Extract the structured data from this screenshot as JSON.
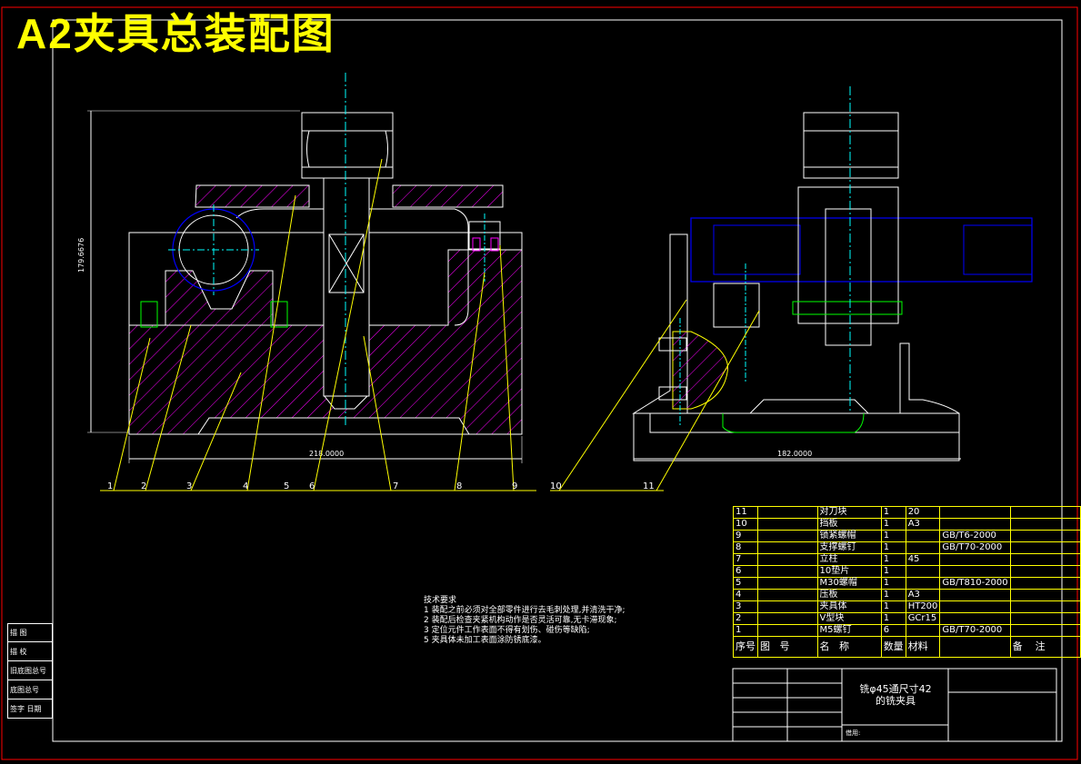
{
  "title": "A2夹具总装配图",
  "dimensions": {
    "height": "179.6676",
    "width_left": "218.0000",
    "width_right": "182.0000"
  },
  "balloons": [
    "1",
    "2",
    "3",
    "4",
    "5",
    "6",
    "7",
    "8",
    "9",
    "10",
    "11"
  ],
  "bom": {
    "header": [
      "序号",
      "图",
      "号",
      "名",
      "称",
      "数量",
      "材料",
      "备",
      "注"
    ],
    "rows": [
      {
        "no": "11",
        "name": "对刀块",
        "qty": "1",
        "mat": "20",
        "std": ""
      },
      {
        "no": "10",
        "name": "挡板",
        "qty": "1",
        "mat": "A3",
        "std": ""
      },
      {
        "no": "9",
        "name": "锁紧螺帽",
        "qty": "1",
        "mat": "",
        "std": "GB/T6-2000"
      },
      {
        "no": "8",
        "name": "支撑螺钉",
        "qty": "1",
        "mat": "",
        "std": "GB/T70-2000"
      },
      {
        "no": "7",
        "name": "立柱",
        "qty": "1",
        "mat": "45",
        "std": ""
      },
      {
        "no": "6",
        "name": "10垫片",
        "qty": "1",
        "mat": "",
        "std": ""
      },
      {
        "no": "5",
        "name": "M30螺帽",
        "qty": "1",
        "mat": "",
        "std": "GB/T810-2000"
      },
      {
        "no": "4",
        "name": "压板",
        "qty": "1",
        "mat": "A3",
        "std": ""
      },
      {
        "no": "3",
        "name": "夹具体",
        "qty": "1",
        "mat": "HT200",
        "std": ""
      },
      {
        "no": "2",
        "name": "V型块",
        "qty": "1",
        "mat": "GCr15",
        "std": ""
      },
      {
        "no": "1",
        "name": "M5螺钉",
        "qty": "6",
        "mat": "",
        "std": "GB/T70-2000"
      }
    ]
  },
  "title_block": {
    "name_line1": "铣φ45通尺寸42",
    "name_line2": "的铣夹具",
    "sign_label": "借用:"
  },
  "sidebar": [
    "描 图",
    "描 校",
    "旧底图总号",
    "底图总号",
    "签字 日期"
  ],
  "notes": [
    "技术要求",
    "1  装配之前必须对全部零件进行去毛刺处理,并清洗干净;",
    "2  装配后检查夹紧机构动作是否灵活可靠,无卡滞现象;",
    "3  定位元件工作表面不得有划伤、碰伤等缺陷;",
    "5  夹具体未加工表面涂防锈底漆。"
  ],
  "colors": {
    "outline": "#ffffff",
    "hatch": "#ff00ff",
    "centerline": "#00ffff",
    "leader": "#ffff00",
    "blue_part": "#0000ff",
    "green_part": "#00ff00",
    "border": "#ff0000"
  }
}
